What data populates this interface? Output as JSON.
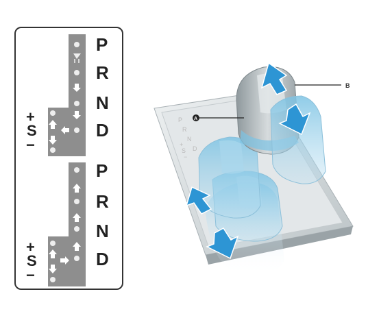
{
  "left_panel": {
    "diagram_1": {
      "gears": [
        "P",
        "R",
        "N",
        "D"
      ],
      "modes": {
        "plus": "+",
        "s": "S",
        "minus": "−"
      }
    },
    "diagram_2": {
      "gears": [
        "P",
        "R",
        "N",
        "D"
      ],
      "modes": {
        "plus": "+",
        "s": "S",
        "minus": "−"
      }
    }
  },
  "illustration": {
    "gate_letters": [
      "P",
      "R",
      "N",
      "D",
      "+",
      "S",
      "−"
    ],
    "callout_a": "A",
    "callout_b": "B",
    "colors": {
      "arrow_blue": "#2d95d4",
      "ghost_blue": "#7cc3e4",
      "lever_gray": "#b4bcc0",
      "gate_plate": "#d9dee0"
    }
  }
}
